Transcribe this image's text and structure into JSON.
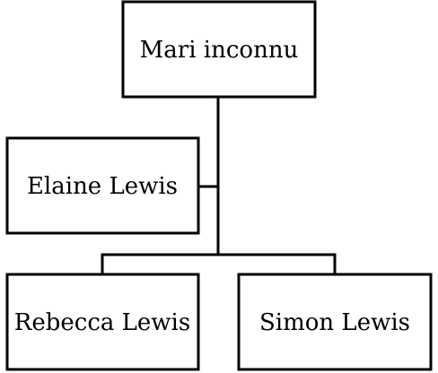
{
  "diagram": {
    "nodes": {
      "root": {
        "label": "Mari inconnu"
      },
      "spouse": {
        "label": "Elaine Lewis"
      },
      "child_left": {
        "label": "Rebecca Lewis"
      },
      "child_right": {
        "label": "Simon Lewis"
      }
    },
    "colors": {
      "stroke": "#000000",
      "fill": "#ffffff",
      "text": "#000000"
    }
  }
}
